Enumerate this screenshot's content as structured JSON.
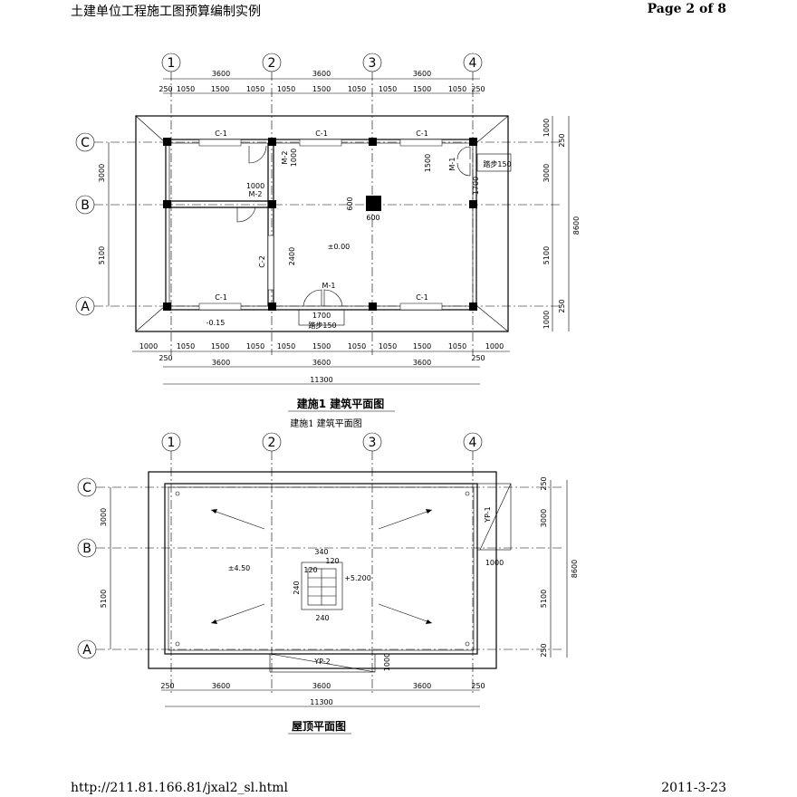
{
  "header": {
    "doc_title": "土建单位工程施工图预算编制实例",
    "page": "Page 2 of 8"
  },
  "footer": {
    "url": "http://211.81.166.81/jxal2_sl.html",
    "date": "2011-3-23"
  },
  "grid": {
    "cols": [
      "1",
      "2",
      "3",
      "4"
    ],
    "rows": [
      "C",
      "B",
      "A"
    ]
  },
  "plan1": {
    "title": "建施1 建筑平面图",
    "caption": "建施1 建筑平面图",
    "top_spans": [
      "3600",
      "3600",
      "3600"
    ],
    "top_sub": [
      "250",
      "1050",
      "1500",
      "1050",
      "1050",
      "1500",
      "1050",
      "1050",
      "1500",
      "1050",
      "250"
    ],
    "bottom_sub": [
      "1000",
      "1050",
      "1500",
      "1050",
      "1050",
      "1500",
      "1050",
      "1050",
      "1500",
      "1050",
      "1000"
    ],
    "bottom_ends": [
      "250",
      "250"
    ],
    "bottom_spans": [
      "3600",
      "3600",
      "3600"
    ],
    "total": "11300",
    "left_dims": [
      "3000",
      "5100"
    ],
    "right_dims": [
      "1000",
      "250",
      "3000",
      "5100",
      "250",
      "1000"
    ],
    "right_total": "8600",
    "windows": [
      "C-1",
      "C-1",
      "C-1",
      "C-1",
      "C-1",
      "C-2"
    ],
    "doors": [
      "M-1",
      "M-2",
      "M-2",
      "M-1"
    ],
    "door_dims": [
      "1000",
      "1000",
      "1500",
      "1700",
      "1700"
    ],
    "column_dims": [
      "600",
      "600"
    ],
    "steps": [
      "踏步150",
      "踏步150"
    ],
    "elev_floor": "±0.00",
    "elev_out": "-0.15",
    "dim_2400": "2400"
  },
  "plan2": {
    "title": "屋顶平面图",
    "spans": [
      "3600",
      "3600",
      "3600"
    ],
    "ends": [
      "250",
      "250"
    ],
    "total": "11300",
    "left_dims": [
      "3000",
      "5100"
    ],
    "right_dims": [
      "250",
      "3000",
      "5100",
      "250"
    ],
    "right_total": "8600",
    "elev_roof": "±4.50",
    "chimney": [
      "340",
      "240",
      "240",
      "120",
      "120",
      "+5.200"
    ],
    "canopies": [
      "YP-1",
      "YP-2"
    ],
    "canopy_dims": [
      "1000",
      "1000"
    ]
  }
}
